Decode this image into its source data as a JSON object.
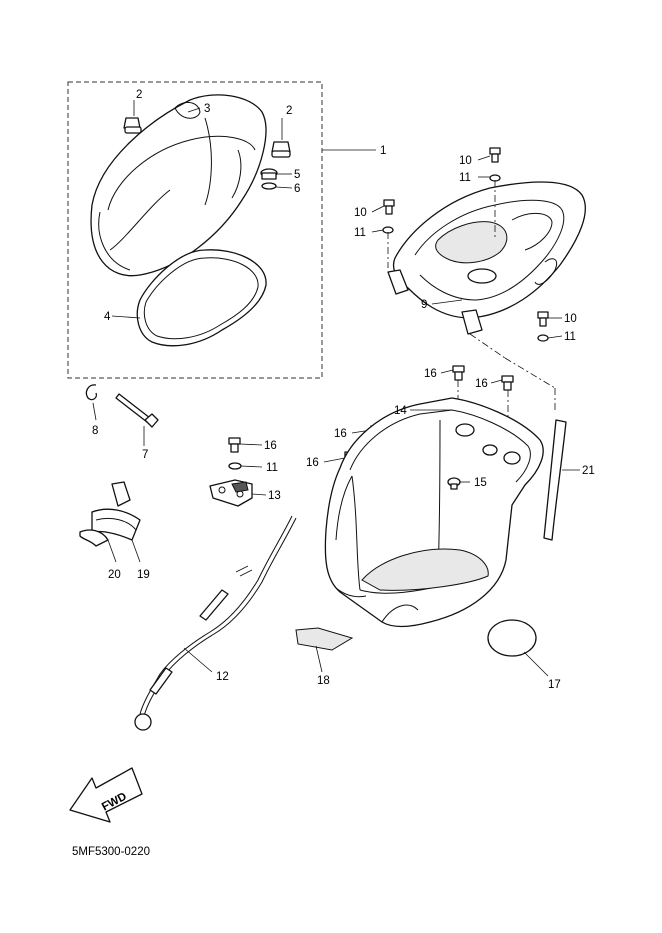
{
  "callouts": {
    "c1": "1",
    "c2a": "2",
    "c2b": "2",
    "c3": "3",
    "c4": "4",
    "c5": "5",
    "c6": "6",
    "c7": "7",
    "c8": "8",
    "c9": "9",
    "c10a": "10",
    "c10b": "10",
    "c10c": "10",
    "c11a": "11",
    "c11b": "11",
    "c11c": "11",
    "c11d": "11",
    "c12": "12",
    "c13": "13",
    "c14": "14",
    "c15": "15",
    "c16a": "16",
    "c16b": "16",
    "c16c": "16",
    "c16d": "16",
    "c16e": "16",
    "c17": "17",
    "c18": "18",
    "c19": "19",
    "c20": "20",
    "c21": "21"
  },
  "fwd_label": "FWD",
  "diagram_code": "5MF5300-0220"
}
